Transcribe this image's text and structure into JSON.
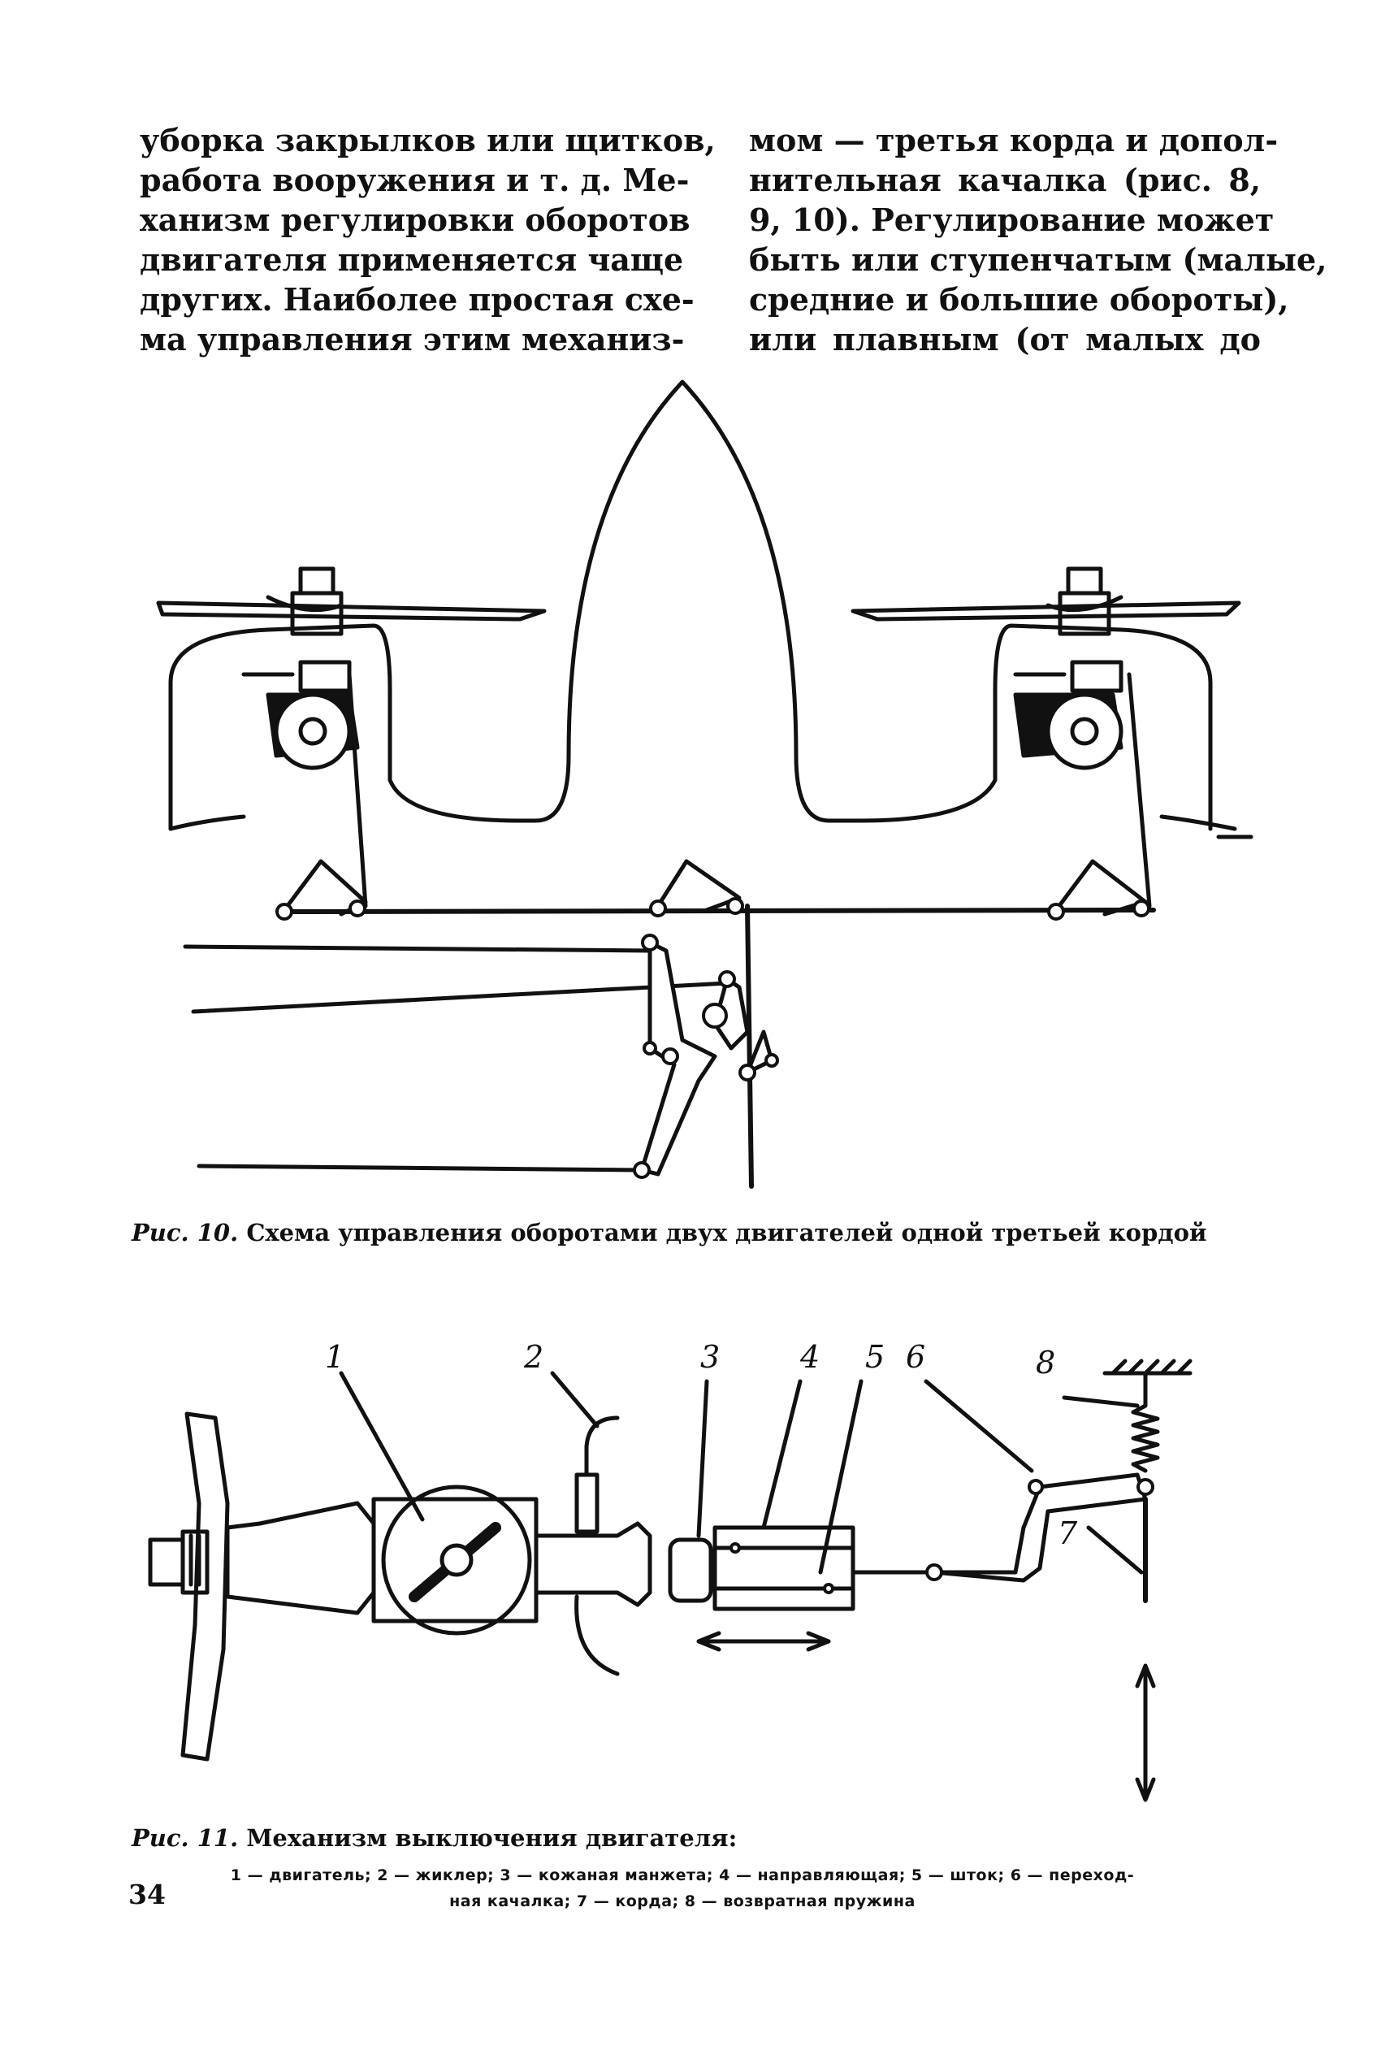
{
  "text": {
    "left_column": [
      "уборка закрылков или щитков,",
      "работа вооружения и т. д. Ме-",
      "ханизм регулировки оборотов",
      "двигателя применяется чаще",
      "других. Наиболее простая схе-",
      "ма управления этим механиз-"
    ],
    "right_column": [
      "мом — третья корда и допол-",
      "нительная качалка (рис. 8,",
      "9, 10). Регулирование может",
      "быть или ступенчатым (малые,",
      "средние и большие обороты),",
      "или плавным (от малых до"
    ]
  },
  "figure10": {
    "label": "Рис. 10.",
    "caption": "Схема управления оборотами двух двигателей одной третьей кордой"
  },
  "figure11": {
    "label": "Рис. 11.",
    "caption": "Механизм выключения двигателя:",
    "legend_line1": "1 — двигатель; 2 — жиклер; 3 — кожаная манжета; 4 — направляющая; 5 — шток; 6 — переход-",
    "legend_line2": "ная качалка; 7 — корда; 8 — возвратная пружина",
    "numbers": [
      "1",
      "2",
      "3",
      "4",
      "5",
      "6",
      "7",
      "8"
    ]
  },
  "page_number": "34"
}
